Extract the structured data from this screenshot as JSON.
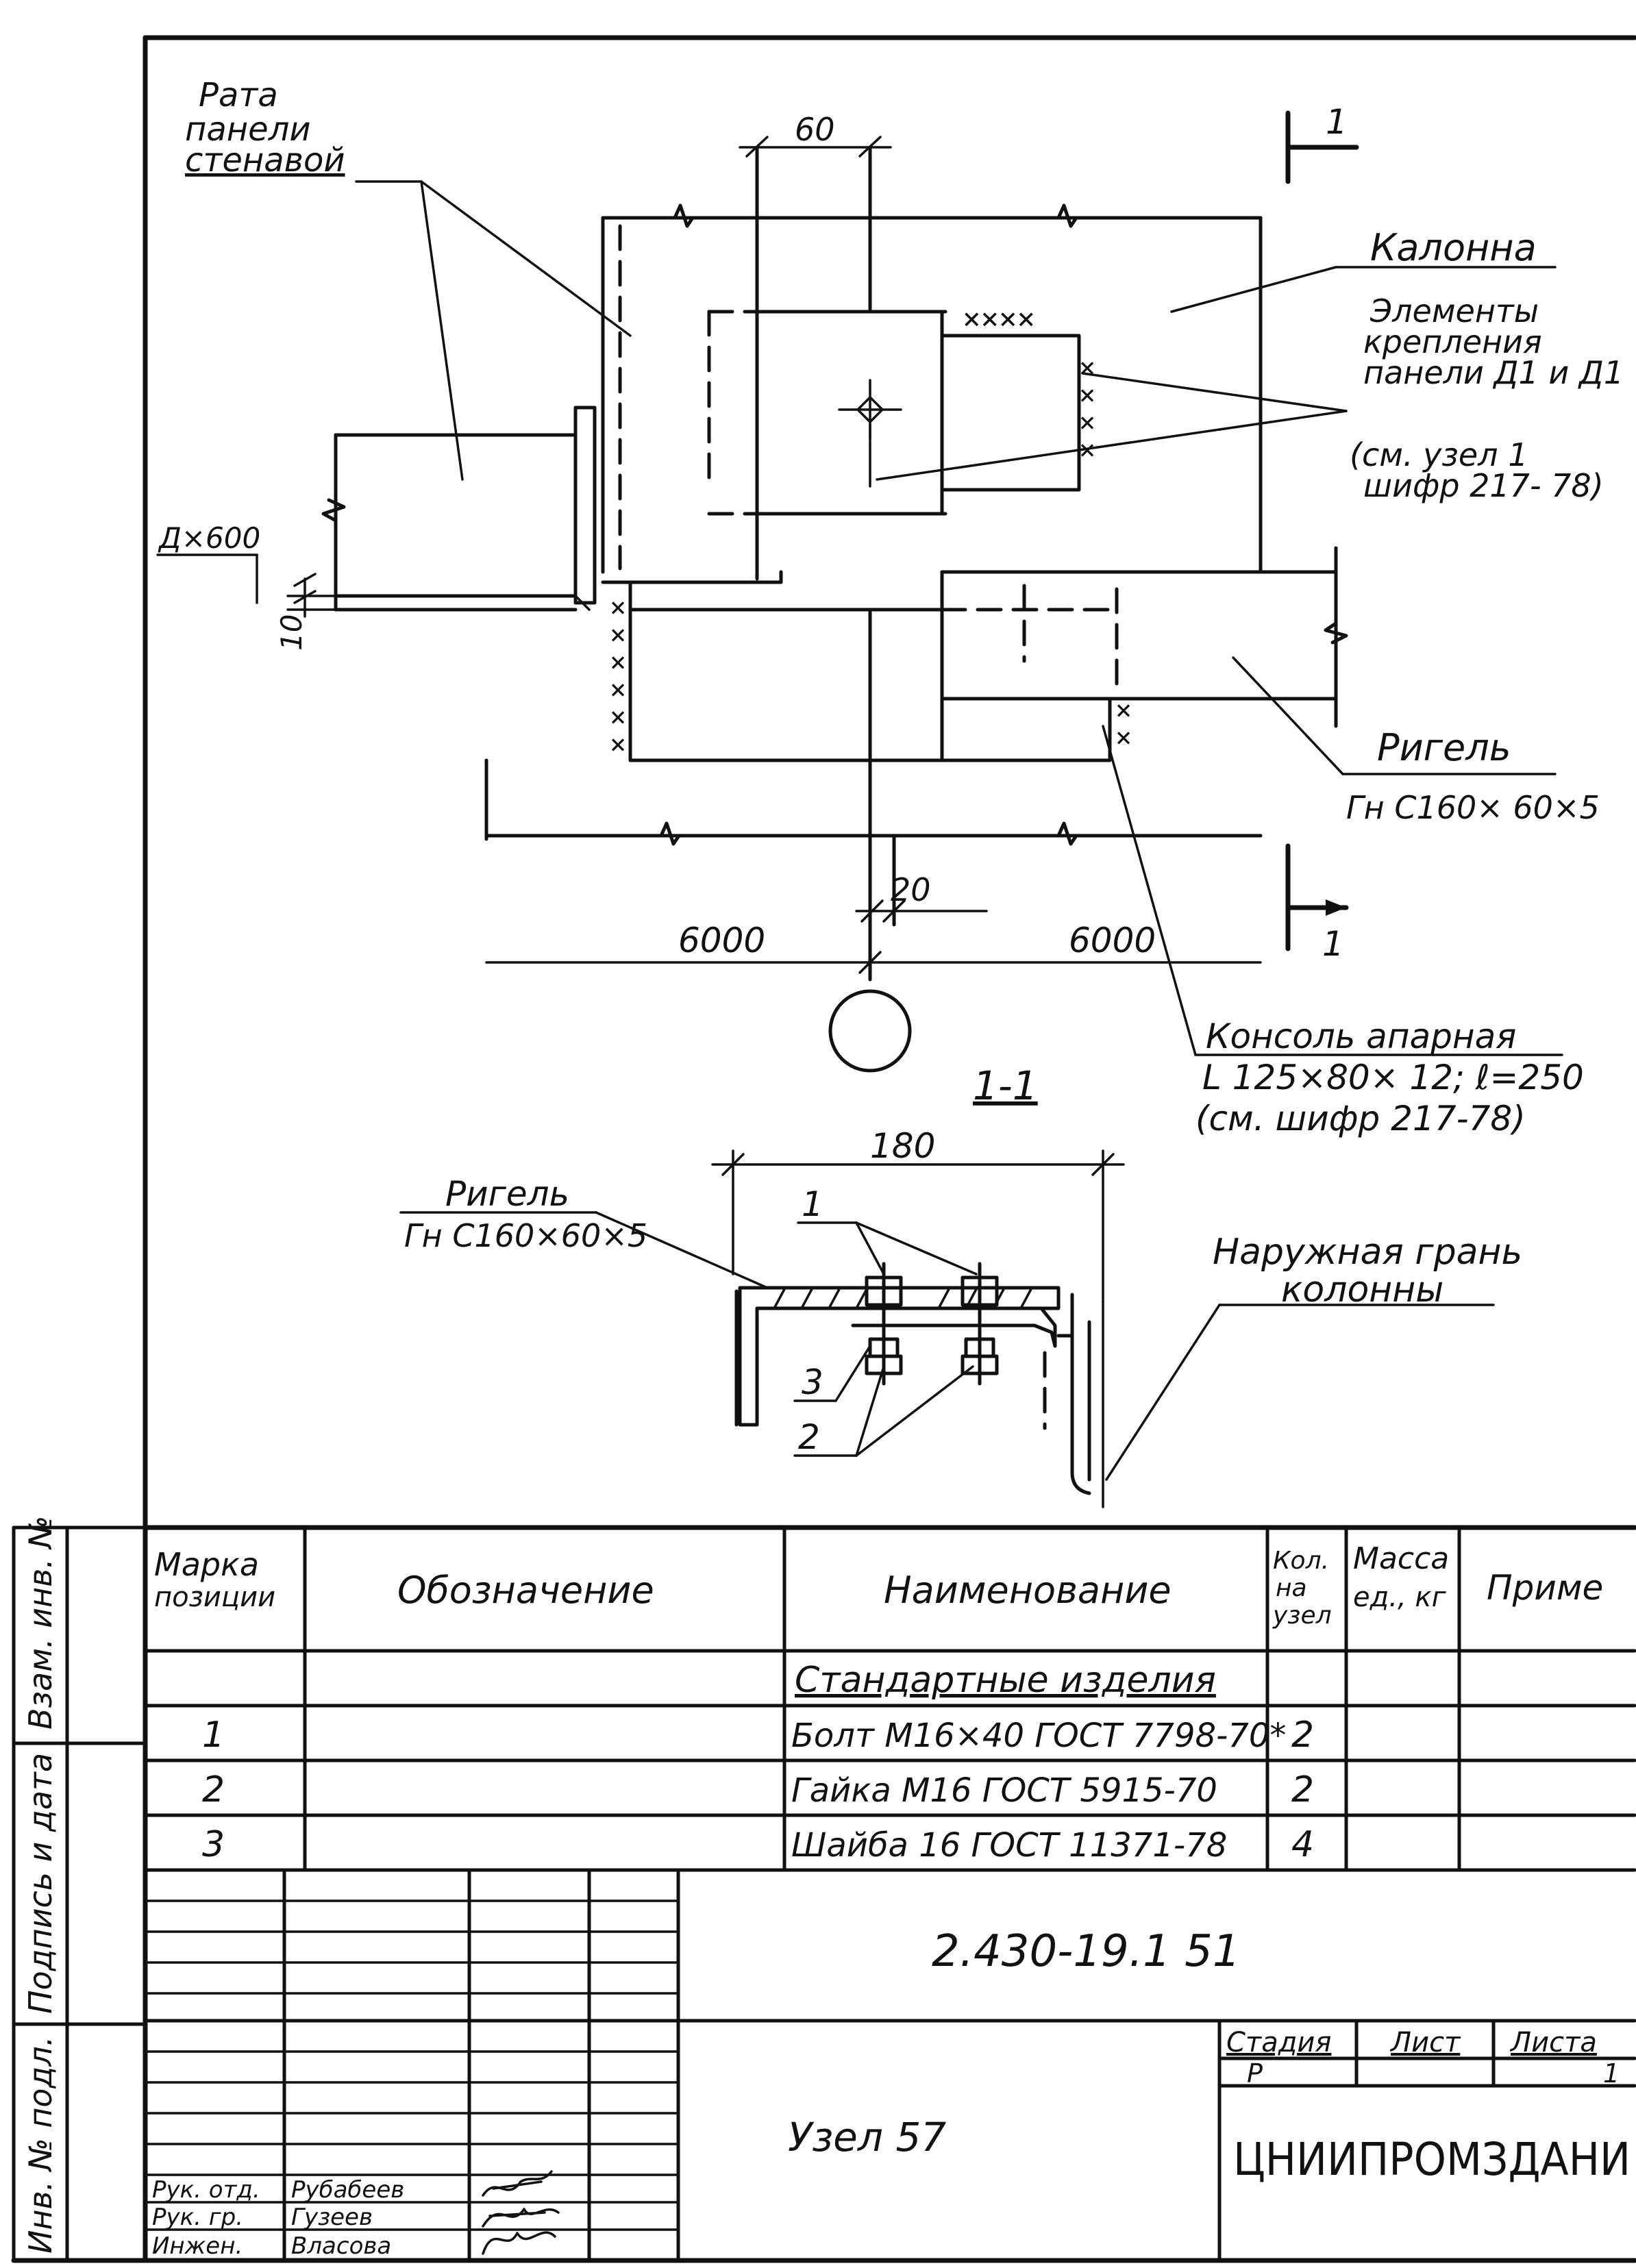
{
  "drawing": {
    "labels": {
      "frame_panel": [
        "Рата",
        "панели",
        "стенавой"
      ],
      "column": "Калонна",
      "panel_elements": [
        "Элементы",
        "крепления",
        "панели Д1 и Д1"
      ],
      "panel_ref": [
        "(см. узел 1",
        "шифр 217- 78)"
      ],
      "rigel_plan": [
        "Ригель",
        "Гн С160× 60×5"
      ],
      "console": [
        "Консоль апарная",
        "L 125×80× 12; ℓ=250",
        "(см. шифр 217-78)"
      ],
      "rigel_section": [
        "Ригель",
        "Гн С160×60×5"
      ],
      "outer_face": [
        "Наружная грань",
        "колонны"
      ],
      "section_mark": "1",
      "section_title": "1-1",
      "callouts": [
        "1",
        "2",
        "3"
      ]
    },
    "dimensions": {
      "top_width": "60",
      "offset": "20",
      "span_left": "6000",
      "span_right": "6000",
      "panel_size": "Д×600",
      "gap": "10",
      "section_width": "180"
    }
  },
  "spec_table": {
    "headers": {
      "mark": [
        "Марка",
        "позиции"
      ],
      "designation": "Обозначение",
      "name": "Наименование",
      "qty": [
        "Кол.",
        "на",
        "узел"
      ],
      "mass": [
        "Масса",
        "ед., кг"
      ],
      "note": "Приме"
    },
    "section_title": "Стандартные изделия",
    "rows": [
      {
        "mark": "1",
        "designation": "",
        "name": "Болт М16×40 ГОСТ 7798-70*",
        "qty": "2",
        "mass": "",
        "note": ""
      },
      {
        "mark": "2",
        "designation": "",
        "name": "Гайка М16 ГОСТ 5915-70",
        "qty": "2",
        "mass": "",
        "note": ""
      },
      {
        "mark": "3",
        "designation": "",
        "name": "Шайба 16 ГОСТ 11371-78",
        "qty": "4",
        "mass": "",
        "note": ""
      }
    ]
  },
  "title_block": {
    "doc_code": "2.430-19.1 51",
    "title": "Узел 57",
    "stage_label": "Стадия",
    "sheet_label": "Лист",
    "sheets_label": "Листа",
    "stage": "Р",
    "sheet": "",
    "sheets": "1",
    "org": "ЦНИИПРОМЗДАНИ",
    "signatures": [
      {
        "role": "Рук. отд.",
        "name": "Рубабеев"
      },
      {
        "role": "Рук. гр.",
        "name": "Гузеев"
      },
      {
        "role": "Инжен.",
        "name": "Власова"
      }
    ]
  },
  "side_stamps": {
    "top": "Взам. инв. №",
    "middle": "Подпись и дата",
    "bottom": "Инв. № подл."
  }
}
